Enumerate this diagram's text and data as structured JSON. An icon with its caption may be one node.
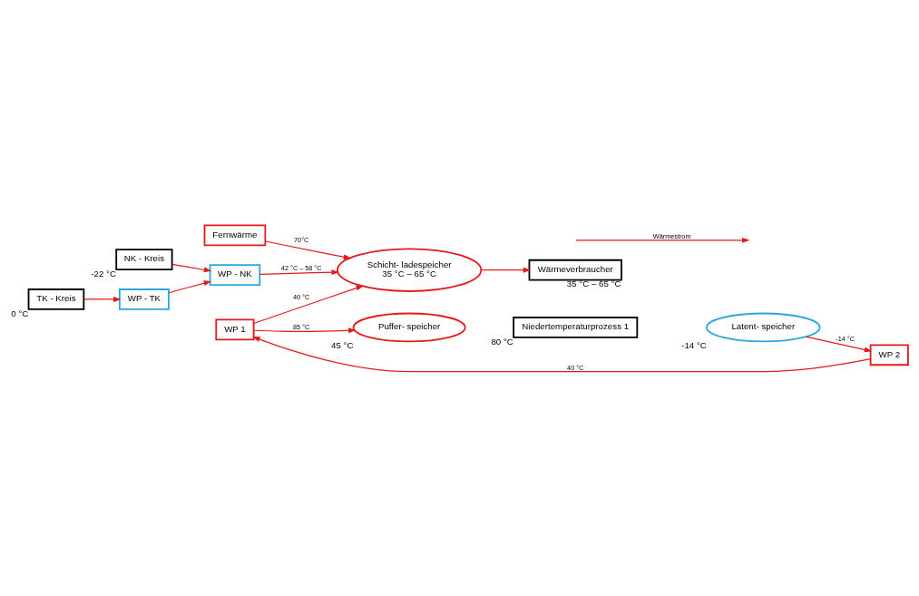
{
  "diagram": {
    "nodes": [
      {
        "text": [
          "Fernwärme"
        ]
      },
      {
        "text": [
          "NK - Kreis"
        ],
        "beside": [
          "-22 °C"
        ]
      },
      {
        "text": [
          "WP - NK"
        ]
      },
      {
        "text": [
          "TK - Kreis"
        ],
        "beside": [
          "0 °C"
        ]
      },
      {
        "text": [
          "WP - TK"
        ]
      },
      {
        "text": [
          "Schicht- ladespeicher",
          "35 °C – 65 °C"
        ]
      },
      {
        "text": [
          "Wärmeverbraucher"
        ],
        "beside": [
          "35 °C – 65 °C"
        ]
      },
      {
        "text": [
          "Puffer- speicher"
        ],
        "beside": [
          "45 °C"
        ]
      },
      {
        "text": [
          "WP 1"
        ]
      },
      {
        "text": [
          "Niedertemperaturprozess 1"
        ],
        "beside": [
          "80 °C"
        ]
      },
      {
        "text": [
          "Latent- speicher"
        ],
        "beside": [
          "-14 °C"
        ]
      },
      {
        "text": [
          "WP 2"
        ]
      }
    ],
    "edges": [
      {
        "from": 0,
        "to": 5,
        "arrow": "to",
        "label": "70°C"
      },
      {
        "from": 1,
        "to": 2,
        "arrow": "to"
      },
      {
        "from": 4,
        "to": 2,
        "arrow": "to"
      },
      {
        "from": 2,
        "to": 5,
        "arrow": "to",
        "label": "42 °C – 58 °C"
      },
      {
        "from": 3,
        "to": 4,
        "arrow": "to"
      },
      {
        "from": 5,
        "to": 6,
        "arrow": "to"
      },
      {
        "from": 8,
        "to": 5,
        "arrow": "to",
        "label": "40 °C"
      },
      {
        "from": 8,
        "to": 7,
        "arrow": "to",
        "label": "85 °C"
      },
      {
        "from": 11,
        "to": 8,
        "arrow": "to",
        "label": "40 °C"
      },
      {
        "from": 10,
        "to": 11,
        "arrow": "to",
        "label": "-14 °C"
      }
    ],
    "legend": [
      {
        "text": "Wärmestrom"
      }
    ]
  }
}
